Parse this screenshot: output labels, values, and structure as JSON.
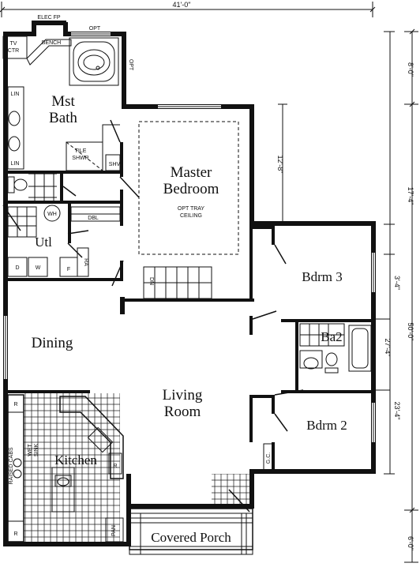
{
  "rooms": {
    "mst_bath": [
      "Mst",
      "Bath"
    ],
    "master_bedroom": [
      "Master",
      "Bedroom"
    ],
    "utility": "Utl",
    "dining": "Dining",
    "living_room": [
      "Living",
      "Room"
    ],
    "kitchen": "Kitchen",
    "bdrm3": "Bdrm 3",
    "ba2": "Ba2",
    "bdrm2": "Bdrm 2",
    "covered_porch": "Covered Porch"
  },
  "labels": {
    "elec_fp": "ELEC FP",
    "opt_top": "OPT",
    "opt_side": "OPT",
    "tv_ctr": [
      "TV",
      "CTR"
    ],
    "bench": "BENCH",
    "lin_1": "LIN",
    "lin_2": "LIN",
    "tile_shwr": [
      "TILE",
      "SHWR"
    ],
    "shv": "SHV",
    "opt_tray_ceiling": [
      "OPT TRAY",
      "CEILING"
    ],
    "wh": "WH",
    "dbl": "DBL",
    "dryer": "D",
    "washer": "W",
    "furnace": "F",
    "ra": "RA",
    "dn": "DN",
    "r_kitchen_top": "R",
    "r_kitchen_bottom": "R",
    "r_island": "R",
    "raised_cabs": "RAISED CABS",
    "wet_sink": [
      "WET",
      "SINK"
    ],
    "pan": "PAN",
    "gc": "G.C."
  },
  "dimensions": {
    "overall_width": "41'-0\"",
    "overall_depth": "50'-0\"",
    "right_8": "8'-0\"",
    "right_17_4": "17'-4\"",
    "master_12_8": "12'-8\"",
    "right_3_4": "3'-4\"",
    "right_27_4": "27'-4\"",
    "right_23_4": "23'-4\"",
    "right_6": "6'-0\""
  }
}
